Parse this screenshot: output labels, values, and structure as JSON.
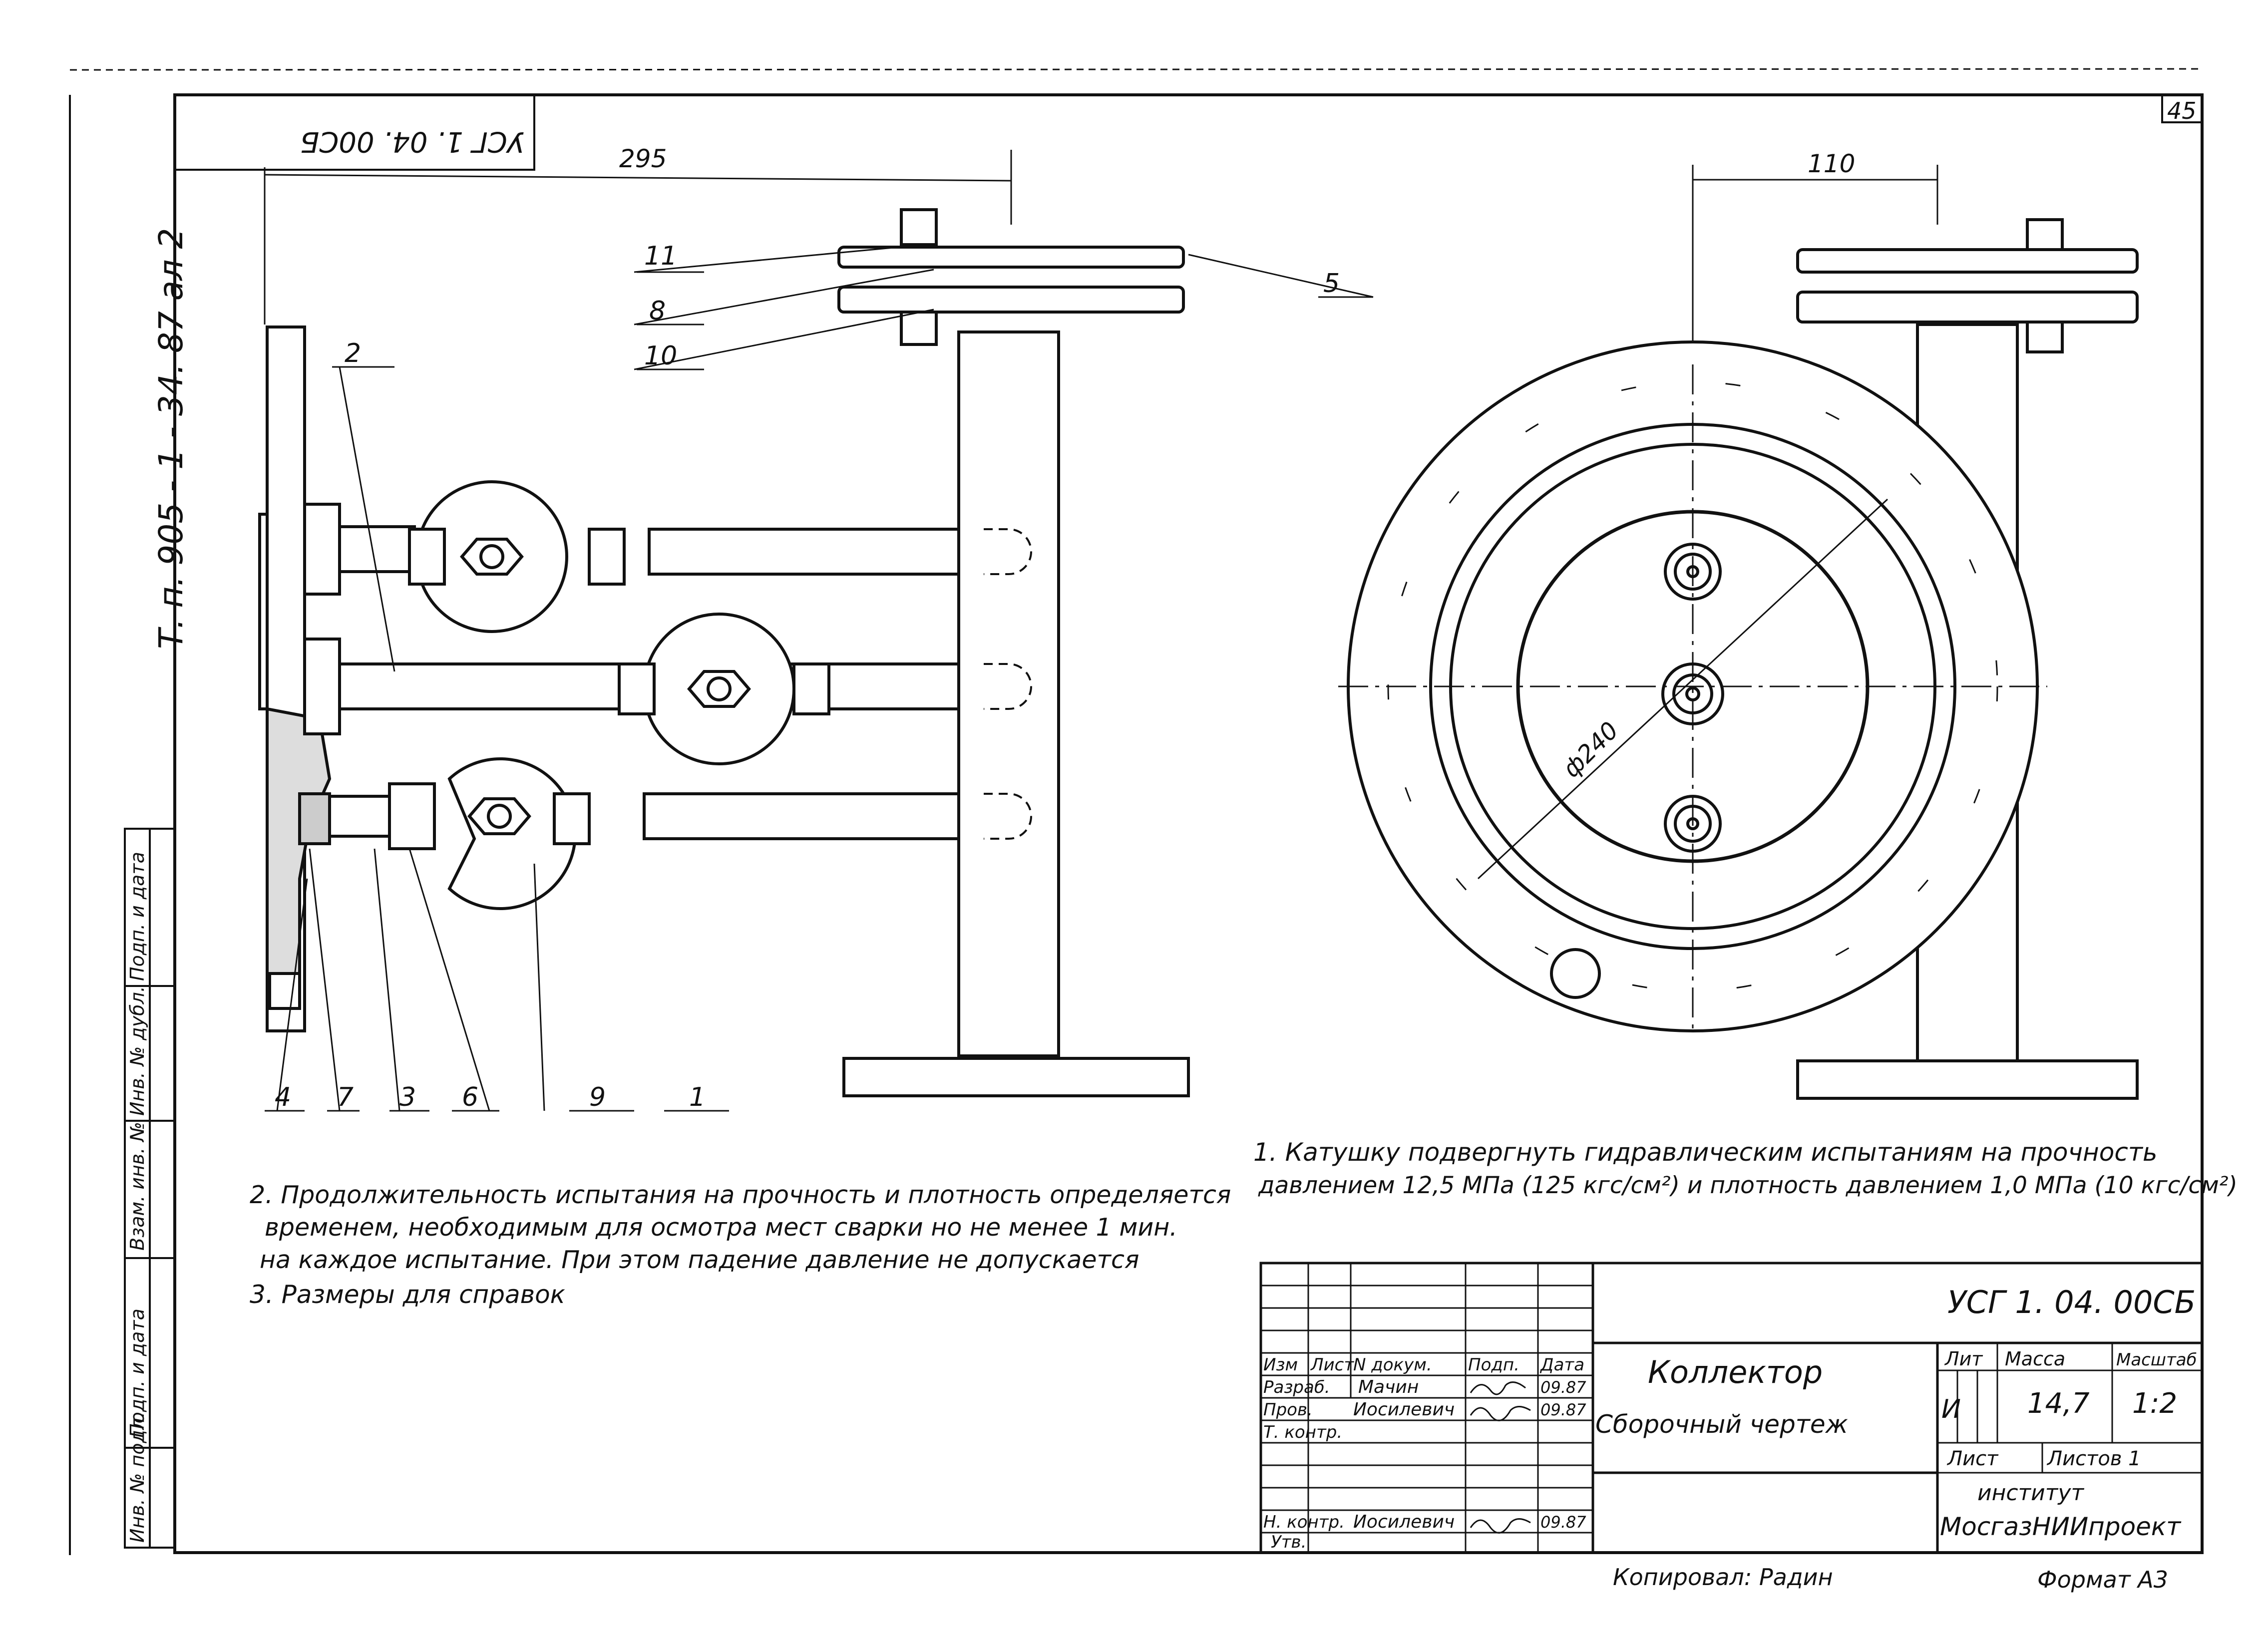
{
  "sheet": {
    "page_number": "45",
    "top_stamp": "УСГ 1. 04. 00СБ",
    "side_code": "Т. п. 905 - 1 - 34. 87  ал 2",
    "left_strip": [
      "Инв. № подл.",
      "Подп. и дата",
      "Взам. инв. №",
      "Инв. № дубл.",
      "Подп. и дата"
    ],
    "copied_by": "Копировал:  Радин",
    "format": "Формат  А3"
  },
  "dimensions": {
    "overall_length": "295",
    "offset": "110",
    "diameter": "ф240"
  },
  "callouts": [
    "11",
    "8",
    "10",
    "5",
    "2",
    "4",
    "7",
    "3",
    "6",
    "9",
    "1"
  ],
  "notes": {
    "note1_line1": "1. Катушку подвергнуть гидравлическим испытаниям на прочность",
    "note1_line2": "давлением 12,5 МПа (125 кгс/см²) и плотность давлением 1,0 МПа (10 кгс/см²)",
    "note2_line1": "2. Продолжительность испытания на прочность и плотность определяется",
    "note2_line2": "временем, необходимым для осмотра мест сварки но не менее 1 мин.",
    "note2_line3": "на каждое испытание. При этом падение давление не допускается",
    "note3": "3. Размеры для справок"
  },
  "title_block": {
    "doc_code": "УСГ 1. 04. 00СБ",
    "name": "Коллектор",
    "doc_type": "Сборочный чертеж",
    "headers": {
      "izm": "Изм",
      "list": "Лист",
      "ndoc": "N докум.",
      "podp": "Подп.",
      "data": "Дата"
    },
    "roles": {
      "razrab": "Разраб.",
      "prov": "Пров.",
      "tkontr": "Т. контр.",
      "nkontr": "Н. контр.",
      "utv": "Утв."
    },
    "people": {
      "razrab": "Мачин",
      "prov": "Иосилевич",
      "nkontr": "Иосилевич"
    },
    "dates": {
      "razrab": "09.87",
      "prov": "09.87",
      "nkontr": "09.87"
    },
    "lit_label": "Лит",
    "mass_label": "Масса",
    "scale_label": "Масштаб",
    "lit_value": "И",
    "mass_value": "14,7",
    "scale_value": "1:2",
    "sheet_label": "Лист",
    "sheets_label": "Листов 1",
    "org_line1": "институт",
    "org_line2": "МосгазНИИпроект"
  }
}
